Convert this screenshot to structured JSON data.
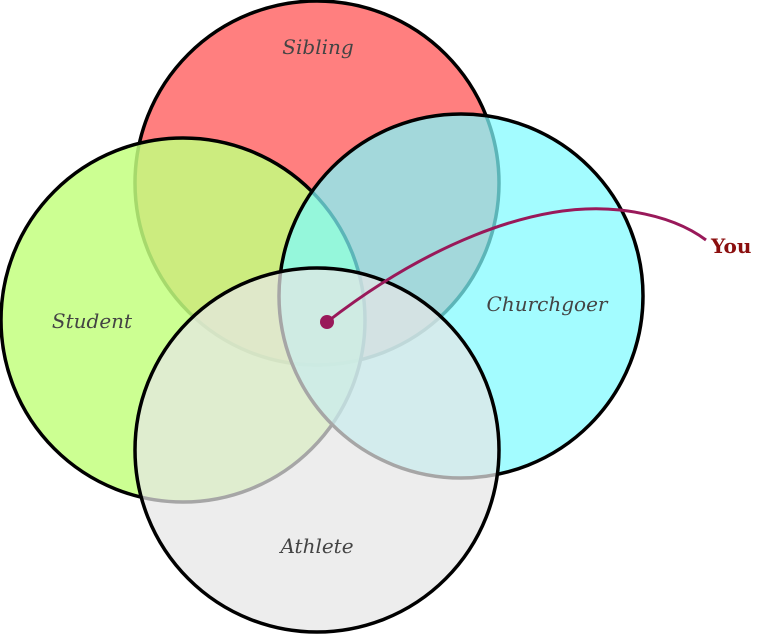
{
  "diagram": {
    "type": "venn",
    "sets": [
      {
        "id": "sibling",
        "label": "Sibling",
        "color": "#ff7f7f",
        "opacity": 1.0
      },
      {
        "id": "student",
        "label": "Student",
        "color": "#c3ff7f",
        "opacity": 0.85
      },
      {
        "id": "churchgoer",
        "label": "Churchgoer",
        "color": "#7ffbff",
        "opacity": 0.72
      },
      {
        "id": "athlete",
        "label": "Athlete",
        "color": "#e6e6e6",
        "opacity": 0.72
      }
    ],
    "marker": {
      "label": "You",
      "color": "#99195a",
      "label_color": "#8b0f0f",
      "region": "intersection of all four sets"
    }
  }
}
